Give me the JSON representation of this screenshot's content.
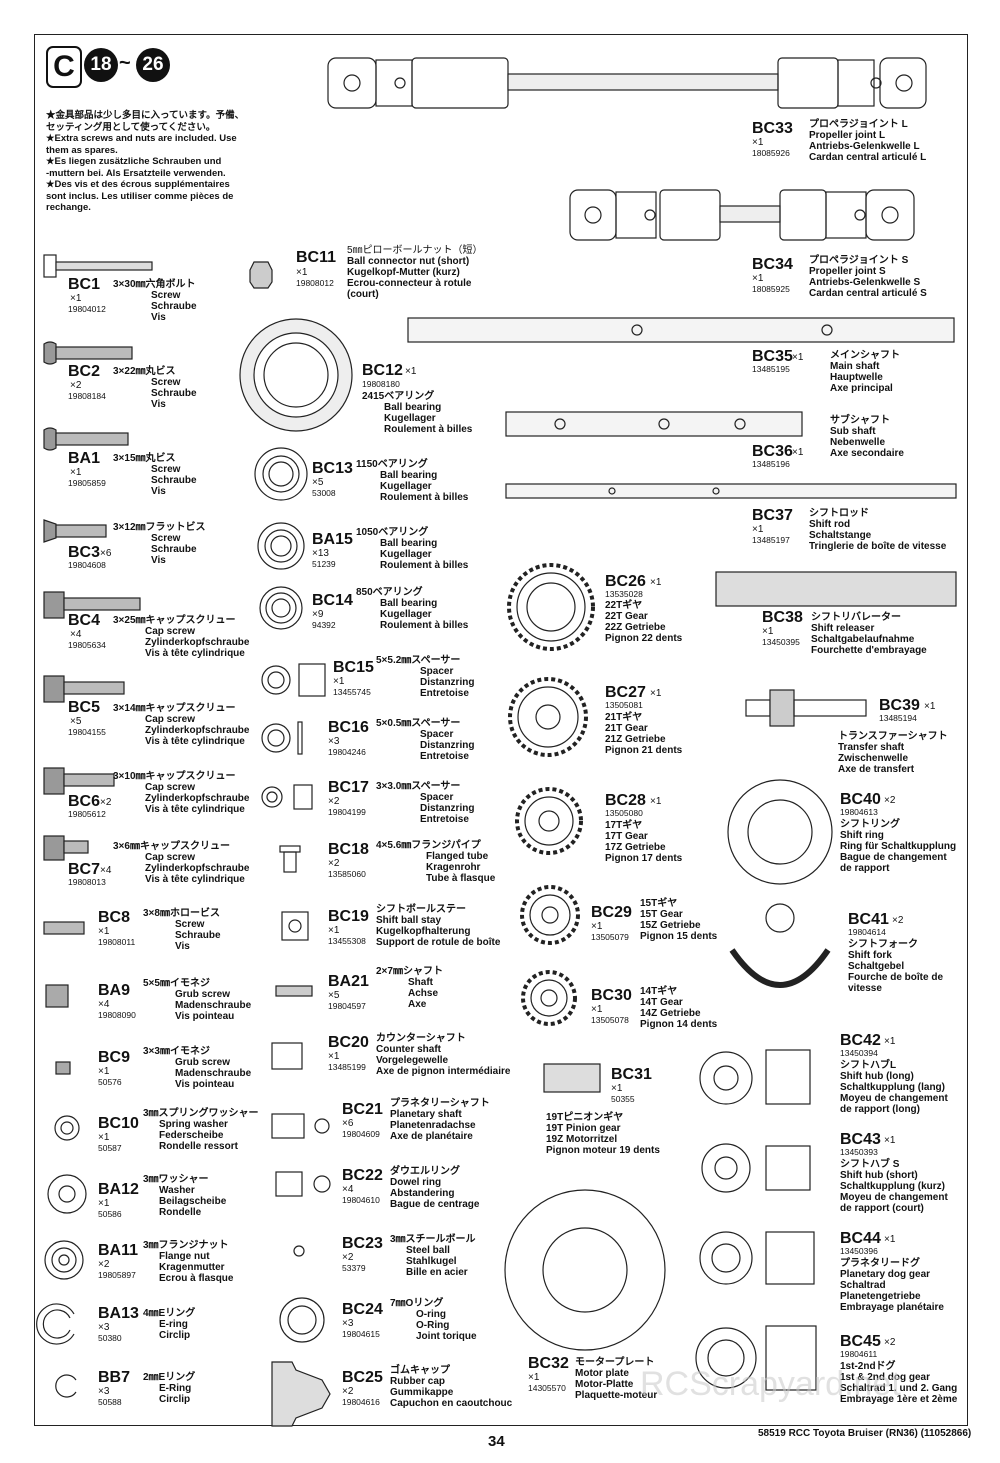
{
  "header": {
    "section": "C",
    "step_from": "18",
    "step_to": "26",
    "tilde": "~"
  },
  "notes": [
    "★金具部品は少し多目に入っています。予備、",
    "セッティング用として使ってください。",
    "★Extra screws and nuts are included. Use",
    "them as spares.",
    "★Es liegen zusätzliche Schrauben und",
    "-muttern bei. Als Ersatzteile verwenden.",
    "★Des vis et des écrous supplémentaires",
    "sont inclus. Les utiliser comme pièces de",
    "rechange."
  ],
  "parts": {
    "BC1": {
      "code": "BC1",
      "qty": "×1",
      "num": "19804012",
      "lines": [
        "3×30㎜六角ボルト",
        "Screw",
        "Schraube",
        "Vis"
      ]
    },
    "BC2": {
      "code": "BC2",
      "qty": "×2",
      "num": "19808184",
      "lines": [
        "3×22㎜丸ビス",
        "Screw",
        "Schraube",
        "Vis"
      ]
    },
    "BA1": {
      "code": "BA1",
      "qty": "×1",
      "num": "19805859",
      "lines": [
        "3×15㎜丸ビス",
        "Screw",
        "Schraube",
        "Vis"
      ]
    },
    "BC3": {
      "code": "BC3",
      "qty": "×6",
      "num": "19804608",
      "lines": [
        "3×12㎜フラットビス",
        "Screw",
        "Schraube",
        "Vis"
      ]
    },
    "BC4": {
      "code": "BC4",
      "qty": "×4",
      "num": "19805634",
      "lines": [
        "3×25㎜キャップスクリュー",
        "Cap screw",
        "Zylinderkopfschraube",
        "Vis à tête cylindrique"
      ]
    },
    "BC5": {
      "code": "BC5",
      "qty": "×5",
      "num": "19804155",
      "lines": [
        "3×14㎜キャップスクリュー",
        "Cap screw",
        "Zylinderkopfschraube",
        "Vis à tête cylindrique"
      ]
    },
    "BC6": {
      "code": "BC6",
      "qty": "×2",
      "num": "19805612",
      "lines": [
        "3×10㎜キャップスクリュー",
        "Cap screw",
        "Zylinderkopfschraube",
        "Vis à tête cylindrique"
      ]
    },
    "BC7": {
      "code": "BC7",
      "qty": "×4",
      "num": "19808013",
      "lines": [
        "3×6㎜キャップスクリュー",
        "Cap screw",
        "Zylinderkopfschraube",
        "Vis à tête cylindrique"
      ]
    },
    "BC8": {
      "code": "BC8",
      "qty": "×1",
      "num": "19808011",
      "lines": [
        "3×8㎜ホロービス",
        "Screw",
        "Schraube",
        "Vis"
      ]
    },
    "BA9": {
      "code": "BA9",
      "qty": "×4",
      "num": "19808090",
      "lines": [
        "5×5㎜イモネジ",
        "Grub screw",
        "Madenschraube",
        "Vis pointeau"
      ]
    },
    "BC9": {
      "code": "BC9",
      "qty": "×1",
      "num": "50576",
      "lines": [
        "3×3㎜イモネジ",
        "Grub screw",
        "Madenschraube",
        "Vis pointeau"
      ]
    },
    "BC10": {
      "code": "BC10",
      "qty": "×1",
      "num": "50587",
      "lines": [
        "3㎜スプリングワッシャー",
        "Spring washer",
        "Federscheibe",
        "Rondelle ressort"
      ]
    },
    "BA12": {
      "code": "BA12",
      "qty": "×1",
      "num": "50586",
      "lines": [
        "3㎜ワッシャー",
        "Washer",
        "Beilagscheibe",
        "Rondelle"
      ]
    },
    "BA11": {
      "code": "BA11",
      "qty": "×2",
      "num": "19805897",
      "lines": [
        "3㎜フランジナット",
        "Flange nut",
        "Kragenmutter",
        "Ecrou à flasque"
      ]
    },
    "BA13": {
      "code": "BA13",
      "qty": "×3",
      "num": "50380",
      "lines": [
        "4㎜Eリング",
        "E-ring",
        "Circlip"
      ]
    },
    "BB7": {
      "code": "BB7",
      "qty": "×3",
      "num": "50588",
      "lines": [
        "2㎜Eリング",
        "E-Ring",
        "Circlip"
      ]
    },
    "BC11": {
      "code": "BC11",
      "qty": "×1",
      "num": "19808012",
      "lines": [
        "5㎜ピローボールナット（短）",
        "Ball connector nut (short)",
        "Kugelkopf-Mutter (kurz)",
        "Ecrou-connecteur à rotule",
        "(court)"
      ]
    },
    "BC12": {
      "code": "BC12",
      "qty": "×1",
      "num": "19808180",
      "lines": [
        "2415ベアリング",
        "Ball bearing",
        "Kugellager",
        "Roulement à billes"
      ]
    },
    "BC13": {
      "code": "BC13",
      "qty": "×5",
      "num": "53008",
      "lines": [
        "1150ベアリング",
        "Ball bearing",
        "Kugellager",
        "Roulement à billes"
      ]
    },
    "BA15": {
      "code": "BA15",
      "qty": "×13",
      "num": "51239",
      "lines": [
        "1050ベアリング",
        "Ball bearing",
        "Kugellager",
        "Roulement à billes"
      ]
    },
    "BC14": {
      "code": "BC14",
      "qty": "×9",
      "num": "94392",
      "lines": [
        "850ベアリング",
        "Ball bearing",
        "Kugellager",
        "Roulement à billes"
      ]
    },
    "BC15": {
      "code": "BC15",
      "qty": "×1",
      "num": "13455745",
      "lines": [
        "5×5.2㎜スペーサー",
        "Spacer",
        "Distanzring",
        "Entretoise"
      ]
    },
    "BC16": {
      "code": "BC16",
      "qty": "×3",
      "num": "19804246",
      "lines": [
        "5×0.5㎜スペーサー",
        "Spacer",
        "Distanzring",
        "Entretoise"
      ]
    },
    "BC17": {
      "code": "BC17",
      "qty": "×2",
      "num": "19804199",
      "lines": [
        "3×3.0㎜スペーサー",
        "Spacer",
        "Distanzring",
        "Entretoise"
      ]
    },
    "BC18": {
      "code": "BC18",
      "qty": "×2",
      "num": "13585060",
      "lines": [
        "4×5.6㎜フランジパイプ",
        "Flanged tube",
        "Kragenrohr",
        "Tube à flasque"
      ]
    },
    "BC19": {
      "code": "BC19",
      "qty": "×1",
      "num": "13455308",
      "lines": [
        "シフトボールステー",
        "Shift ball stay",
        "Kugelkopfhalterung",
        "Support de rotule de boîte"
      ]
    },
    "BA21": {
      "code": "BA21",
      "qty": "×5",
      "num": "19804597",
      "lines": [
        "2×7㎜シャフト",
        "Shaft",
        "Achse",
        "Axe"
      ]
    },
    "BC20": {
      "code": "BC20",
      "qty": "×1",
      "num": "13485199",
      "lines": [
        "カウンターシャフト",
        "Counter shaft",
        "Vorgelegewelle",
        "Axe de pignon intermédiaire"
      ]
    },
    "BC21": {
      "code": "BC21",
      "qty": "×6",
      "num": "19804609",
      "lines": [
        "プラネタリーシャフト",
        "Planetary shaft",
        "Planetenradachse",
        "Axe de planétaire"
      ]
    },
    "BC22": {
      "code": "BC22",
      "qty": "×4",
      "num": "19804610",
      "lines": [
        "ダウエルリング",
        "Dowel ring",
        "Abstandering",
        "Bague de centrage"
      ]
    },
    "BC23": {
      "code": "BC23",
      "qty": "×2",
      "num": "53379",
      "lines": [
        "3㎜スチールボール",
        "Steel ball",
        "Stahlkugel",
        "Bille en acier"
      ]
    },
    "BC24": {
      "code": "BC24",
      "qty": "×3",
      "num": "19804615",
      "lines": [
        "7㎜Oリング",
        "O-ring",
        "O-Ring",
        "Joint torique"
      ]
    },
    "BC25": {
      "code": "BC25",
      "qty": "×2",
      "num": "19804616",
      "lines": [
        "ゴムキャップ",
        "Rubber cap",
        "Gummikappe",
        "Capuchon en caoutchouc"
      ]
    },
    "BC26": {
      "code": "BC26",
      "qty": "×1",
      "num": "13535028",
      "lines": [
        "22Tギヤ",
        "22T Gear",
        "22Z Getriebe",
        "Pignon 22 dents"
      ]
    },
    "BC27": {
      "code": "BC27",
      "qty": "×1",
      "num": "13505081",
      "lines": [
        "21Tギヤ",
        "21T Gear",
        "21Z Getriebe",
        "Pignon 21 dents"
      ]
    },
    "BC28": {
      "code": "BC28",
      "qty": "×1",
      "num": "13505080",
      "lines": [
        "17Tギヤ",
        "17T Gear",
        "17Z Getriebe",
        "Pignon 17 dents"
      ]
    },
    "BC29": {
      "code": "BC29",
      "qty": "×1",
      "num": "13505079",
      "lines": [
        "15Tギヤ",
        "15T Gear",
        "15Z Getriebe",
        "Pignon 15 dents"
      ]
    },
    "BC30": {
      "code": "BC30",
      "qty": "×1",
      "num": "13505078",
      "lines": [
        "14Tギヤ",
        "14T Gear",
        "14Z Getriebe",
        "Pignon 14 dents"
      ]
    },
    "BC31": {
      "code": "BC31",
      "qty": "×1",
      "num": "50355",
      "lines": [
        "19Tピニオンギヤ",
        "19T Pinion gear",
        "19Z Motorritzel",
        "Pignon moteur 19 dents"
      ]
    },
    "BC32": {
      "code": "BC32",
      "qty": "×1",
      "num": "14305570",
      "lines": [
        "モータープレート",
        "Motor plate",
        "Motor-Platte",
        "Plaquette-moteur"
      ]
    },
    "BC33": {
      "code": "BC33",
      "qty": "×1",
      "num": "18085926",
      "lines": [
        "プロペラジョイント L",
        "Propeller joint L",
        "Antriebs-Gelenkwelle L",
        "Cardan central articulé L"
      ]
    },
    "BC34": {
      "code": "BC34",
      "qty": "×1",
      "num": "18085925",
      "lines": [
        "プロペラジョイント S",
        "Propeller joint S",
        "Antriebs-Gelenkwelle S",
        "Cardan central articulé S"
      ]
    },
    "BC35": {
      "code": "BC35",
      "qty": "×1",
      "num": "13485195",
      "lines": [
        "メインシャフト",
        "Main shaft",
        "Hauptwelle",
        "Axe principal"
      ]
    },
    "BC36": {
      "code": "BC36",
      "qty": "×1",
      "num": "13485196",
      "lines": [
        "サブシャフト",
        "Sub shaft",
        "Nebenwelle",
        "Axe secondaire"
      ]
    },
    "BC37": {
      "code": "BC37",
      "qty": "×1",
      "num": "13485197",
      "lines": [
        "シフトロッド",
        "Shift rod",
        "Schaltstange",
        "Tringlerie de boîte de vitesse"
      ]
    },
    "BC38": {
      "code": "BC38",
      "qty": "×1",
      "num": "13450395",
      "lines": [
        "シフトリバレーター",
        "Shift releaser",
        "Schaltgabelaufnahme",
        "Fourchette d'embrayage"
      ]
    },
    "BC39": {
      "code": "BC39",
      "qty": "×1",
      "num": "13485194",
      "lines": [
        "トランスファーシャフト",
        "Transfer shaft",
        "Zwischenwelle",
        "Axe de transfert"
      ]
    },
    "BC40": {
      "code": "BC40",
      "qty": "×2",
      "num": "19804613",
      "lines": [
        "シフトリング",
        "Shift ring",
        "Ring für Schaltkupplung",
        "Bague de changement",
        "de rapport"
      ]
    },
    "BC41": {
      "code": "BC41",
      "qty": "×2",
      "num": "19804614",
      "lines": [
        "シフトフォーク",
        "Shift fork",
        "Schaltgebel",
        "Fourche de boîte de",
        "vitesse"
      ]
    },
    "BC42": {
      "code": "BC42",
      "qty": "×1",
      "num": "13450394",
      "lines": [
        "シフトハブL",
        "Shift hub (long)",
        "Schaltkupplung (lang)",
        "Moyeu de changement",
        "de rapport (long)"
      ]
    },
    "BC43": {
      "code": "BC43",
      "qty": "×1",
      "num": "13450393",
      "lines": [
        "シフトハブ S",
        "Shift hub (short)",
        "Schaltkupplung (kurz)",
        "Moyeu de changement",
        "de rapport (court)"
      ]
    },
    "BC44": {
      "code": "BC44",
      "qty": "×1",
      "num": "13450396",
      "lines": [
        "プラネタリードグ",
        "Planetary dog gear",
        "Schaltrad",
        "Planetengetriebe",
        "Embrayage planétaire"
      ]
    },
    "BC45": {
      "code": "BC45",
      "qty": "×2",
      "num": "19804611",
      "lines": [
        "1st-2ndドグ",
        "1st & 2nd dog gear",
        "Schaltrad 1. und 2. Gang",
        "Embrayage 1ère et 2ème"
      ]
    }
  },
  "footer": {
    "page": "34",
    "title": "58519 RCC Toyota Bruiser (RN36) (11052866)"
  },
  "watermark": "RCScrapyard.net"
}
